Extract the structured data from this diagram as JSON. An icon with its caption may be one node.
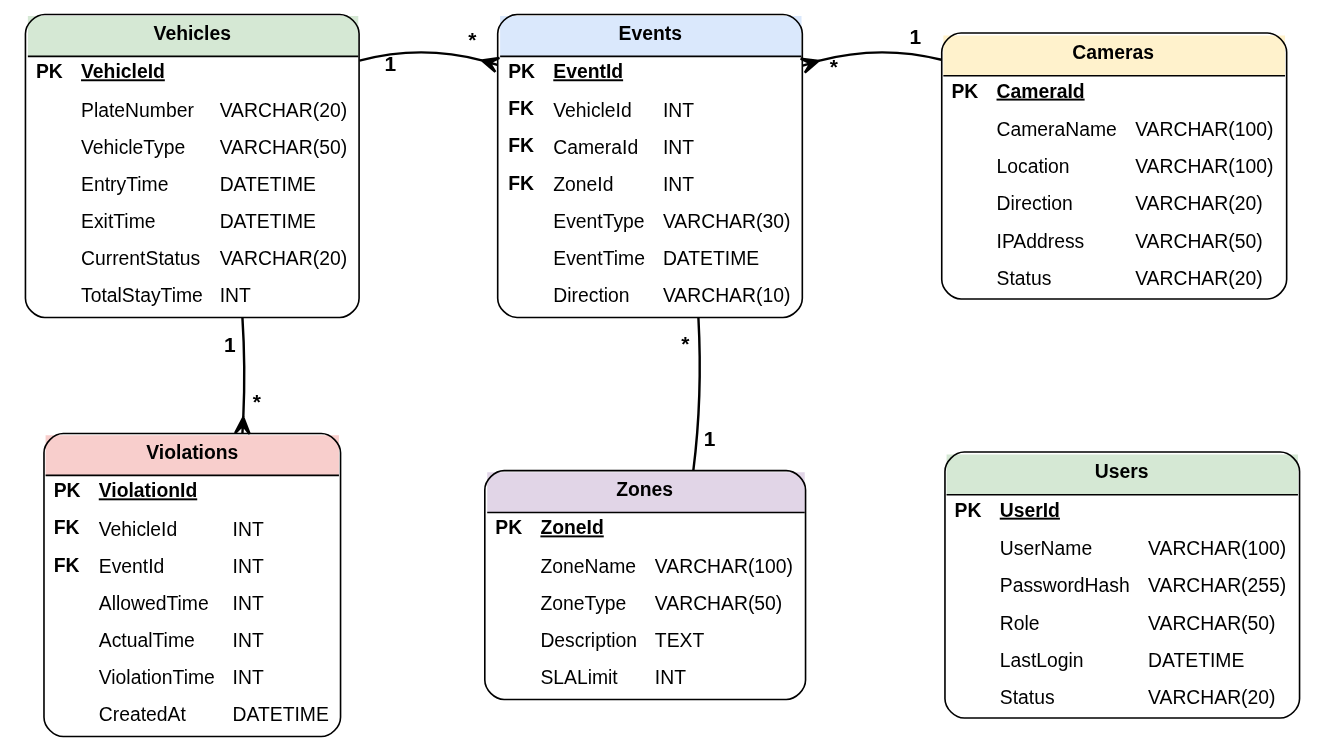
{
  "diagram": {
    "nodes": [
      {
        "text": [
          "Vehicles",
          "PK",
          "VehicleId",
          "PlateNumber",
          "VARCHAR(20)",
          "VehicleType",
          "VARCHAR(50)",
          "EntryTime",
          "DATETIME",
          "ExitTime",
          "DATETIME",
          "CurrentStatus",
          "VARCHAR(20)",
          "TotalStayTime",
          "INT"
        ]
      },
      {
        "text": [
          "Events",
          "PK",
          "EventId",
          "FK",
          "VehicleId",
          "INT",
          "FK",
          "CameraId",
          "INT",
          "FK",
          "ZoneId",
          "INT",
          "EventType",
          "VARCHAR(30)",
          "EventTime",
          "DATETIME",
          "Direction",
          "VARCHAR(10)"
        ]
      },
      {
        "text": [
          "Cameras",
          "PK",
          "CameraId",
          "CameraName",
          "VARCHAR(100)",
          "Location",
          "VARCHAR(100)",
          "Direction",
          "VARCHAR(20)",
          "IPAddress",
          "VARCHAR(50)",
          "Status",
          "VARCHAR(20)"
        ]
      },
      {
        "text": [
          "Violations",
          "PK",
          "ViolationId",
          "FK",
          "VehicleId",
          "INT",
          "FK",
          "EventId",
          "INT",
          "AllowedTime",
          "INT",
          "ActualTime",
          "INT",
          "ViolationTime",
          "INT",
          "CreatedAt",
          "DATETIME"
        ]
      },
      {
        "text": [
          "Zones",
          "PK",
          "ZoneId",
          "ZoneName",
          "VARCHAR(100)",
          "ZoneType",
          "VARCHAR(50)",
          "Description",
          "TEXT",
          "SLALimit",
          "INT"
        ]
      },
      {
        "text": [
          "Users",
          "PK",
          "UserId",
          "UserName",
          "VARCHAR(100)",
          "PasswordHash",
          "VARCHAR(255)",
          "Role",
          "VARCHAR(50)",
          "LastLogin",
          "DATETIME",
          "Status",
          "VARCHAR(20)"
        ]
      }
    ],
    "edges": [
      {
        "from": 0,
        "to": 1,
        "arrow": "other"
      },
      {
        "from": 2,
        "to": 1,
        "arrow": "other"
      },
      {
        "from": 0,
        "to": 3,
        "arrow": "other"
      },
      {
        "from": 4,
        "to": 1,
        "arrow": "none"
      }
    ],
    "labels": [
      "1",
      "*",
      "*",
      "1",
      "1",
      "*",
      "*",
      "1"
    ]
  }
}
